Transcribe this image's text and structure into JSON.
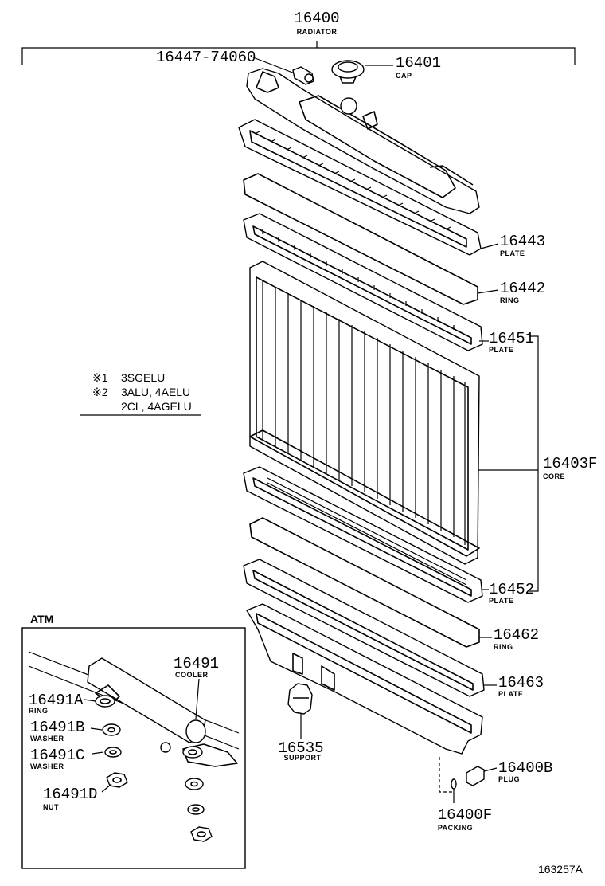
{
  "labels": {
    "radiator": {
      "pn": "16400",
      "name": "RADIATOR"
    },
    "bolt": {
      "pn": "16447-74060"
    },
    "cap": {
      "pn": "16401",
      "name": "CAP"
    },
    "plate_upper": {
      "pn": "16443",
      "name": "PLATE"
    },
    "ring_upper": {
      "pn": "16442",
      "name": "RING"
    },
    "plate_core_top": {
      "pn": "16451",
      "name": "PLATE"
    },
    "core": {
      "pn": "16403F",
      "name": "CORE"
    },
    "plate_core_bottom": {
      "pn": "16452",
      "name": "PLATE"
    },
    "ring_lower": {
      "pn": "16462",
      "name": "RING"
    },
    "plate_lower": {
      "pn": "16463",
      "name": "PLATE"
    },
    "support": {
      "pn": "16535",
      "name": "SUPPORT"
    },
    "plug": {
      "pn": "16400B",
      "name": "PLUG"
    },
    "packing": {
      "pn": "16400F",
      "name": "PACKING"
    },
    "cooler": {
      "pn": "16491",
      "name": "COOLER"
    },
    "atm_ring": {
      "pn": "16491A",
      "name": "RING"
    },
    "atm_washer_b": {
      "pn": "16491B",
      "name": "WASHER"
    },
    "atm_washer_c": {
      "pn": "16491C",
      "name": "WASHER"
    },
    "atm_nut": {
      "pn": "16491D",
      "name": "NUT"
    }
  },
  "notes": {
    "line1_mark": "※1",
    "line1_text": "3SGELU",
    "line2_mark": "※2",
    "line2_text": "3ALU, 4AELU",
    "line3_text": "2CL, 4AGELU"
  },
  "atm_title": "ATM",
  "figure_id": "163257A"
}
